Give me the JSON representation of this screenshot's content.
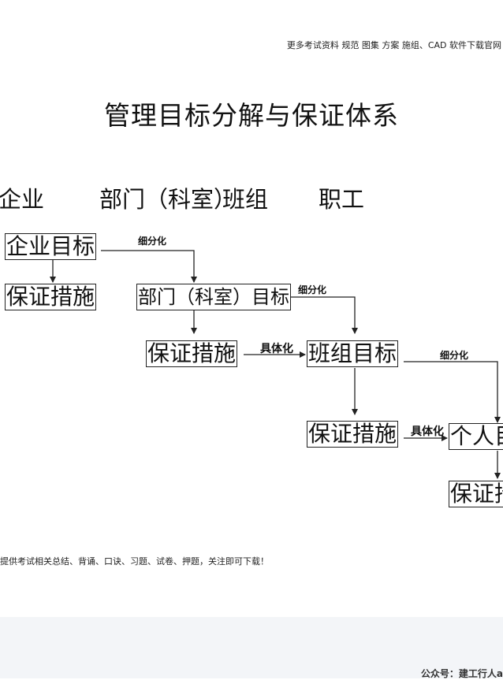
{
  "header": {
    "note": "更多考试资料 规范 图集 方案 施组、CAD 软件下载官网"
  },
  "title": "管理目标分解与保证体系",
  "columns": [
    "企业",
    "部门（科室）",
    "班组",
    "职工"
  ],
  "boxes": {
    "enterprise_goal": "企业目标",
    "enterprise_measures": "保证措施",
    "dept_goal": "部门（科室）目标",
    "dept_measures": "保证措施",
    "team_goal": "班组目标",
    "team_measures": "保证措施",
    "personal_goal": "个人目标",
    "personal_measures": "保证措施"
  },
  "labels": {
    "refine_1": "细分化",
    "refine_2": "细分化",
    "refine_3": "细分化",
    "concretize_1": "具体化",
    "concretize_2": "具体化"
  },
  "footer": {
    "note": "提供考试相关总结、背诵、口诀、习题、试卷、押题，关注即可下载！",
    "brand": "公众号：建工行人a"
  },
  "colors": {
    "line": "#222222",
    "footer_band": "#f3f5f8"
  }
}
